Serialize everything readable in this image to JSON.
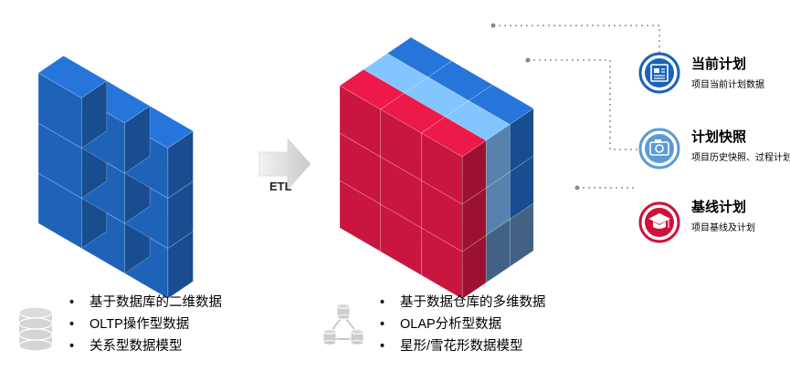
{
  "etl_label": "ETL",
  "left_panel": {
    "bullets": [
      "基于数据库的二维数据",
      "OLTP操作型数据",
      "关系型数据模型"
    ],
    "icon": "database-cylinder-icon"
  },
  "right_panel": {
    "bullets": [
      "基于数据仓库的多维数据",
      "OLAP分析型数据",
      "星形/雪花形数据模型"
    ],
    "icon": "star-schema-icon"
  },
  "legend": [
    {
      "title": "当前计划",
      "subtitle": "项目当前计划数据",
      "icon": "document-icon",
      "color": "#1b63b7"
    },
    {
      "title": "计划快照",
      "subtitle": "项目历史快照、过程计划",
      "icon": "camera-icon",
      "color": "#5b9bd5"
    },
    {
      "title": "基线计划",
      "subtitle": "项目基线及计划",
      "icon": "graduation-cap-icon",
      "color": "#d0103a"
    }
  ],
  "colors": {
    "dark_blue": "#1f63b9",
    "light_blue": "#6fa7de",
    "steel_blue": "#557ea8",
    "crimson": "#c8163f",
    "arrow_gray": "#cfcfcf"
  }
}
